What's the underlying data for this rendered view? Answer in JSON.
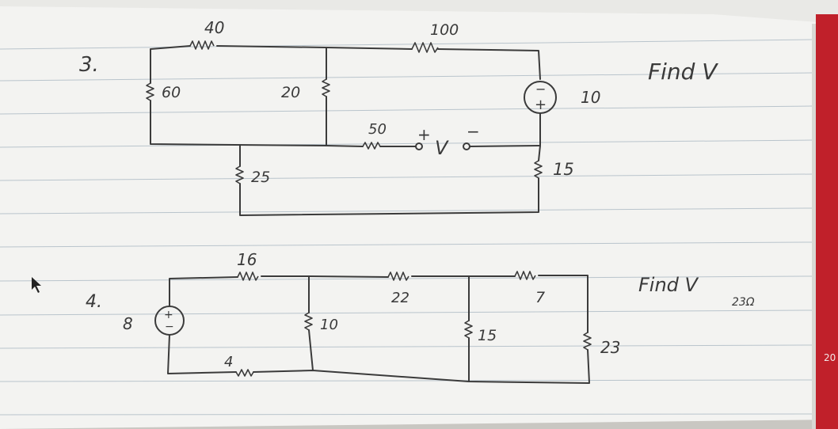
{
  "problem3": {
    "number": "3.",
    "instruction": "Find V",
    "r_top_left": "40",
    "r_left": "60",
    "r_middle": "20",
    "r_top_right": "100",
    "source_value": "10",
    "source_polarity_top": "−",
    "source_polarity_bottom": "+",
    "r_series_mid": "50",
    "v_plus": "+",
    "v_minus": "−",
    "v_label": "V",
    "r_bottom_left": "25",
    "r_right": "15"
  },
  "problem4": {
    "number": "4.",
    "instruction_main": "Find V",
    "instruction_sub": "23Ω",
    "source_value": "8",
    "source_polarity_top": "+",
    "source_polarity_bottom": "−",
    "r_top_left": "16",
    "r_bottom_left": "4",
    "r_shunt_1": "10",
    "r_top_mid": "22",
    "r_shunt_2": "15",
    "r_top_right": "7",
    "r_load": "23"
  },
  "edge_label": "20",
  "colors": {
    "paper": "#f3f3f1",
    "ink": "#3b3b3b",
    "rule_line": "#b9c4cc",
    "margin_red": "#c0202a"
  }
}
